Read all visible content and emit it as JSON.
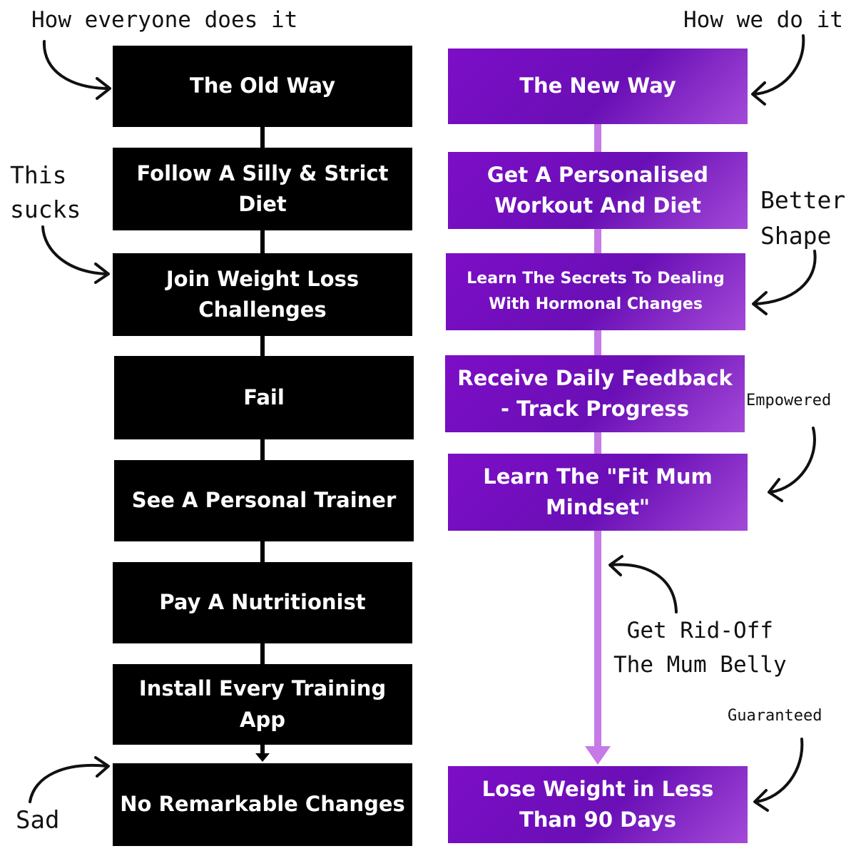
{
  "annotations": {
    "left_header": "How everyone does it",
    "right_header": "How we do it",
    "this_sucks": "This\nsucks",
    "sad": "Sad",
    "better_shape": "Better\nShape",
    "empowered": "Empowered",
    "get_rid_off": "Get Rid-Off\nThe Mum Belly",
    "guaranteed": "Guaranteed"
  },
  "old_way": {
    "title": "The Old Way",
    "steps": [
      "Follow A Silly & Strict Diet",
      "Join Weight Loss Challenges",
      "Fail",
      "See A Personal Trainer",
      "Pay A Nutritionist",
      "Install Every Training App",
      "No Remarkable Changes"
    ]
  },
  "new_way": {
    "title": "The New Way",
    "steps": [
      "Get A Personalised Workout And Diet",
      "Learn The Secrets To Dealing With Hormonal Changes",
      "Receive Daily Feedback - Track Progress",
      "Learn The \"Fit Mum Mindset\"",
      "Lose Weight in Less Than 90 Days"
    ]
  },
  "colors": {
    "old_box": "#000000",
    "new_box": "#7a10c4",
    "new_connector": "#c57ae6",
    "text": "#ffffff"
  }
}
